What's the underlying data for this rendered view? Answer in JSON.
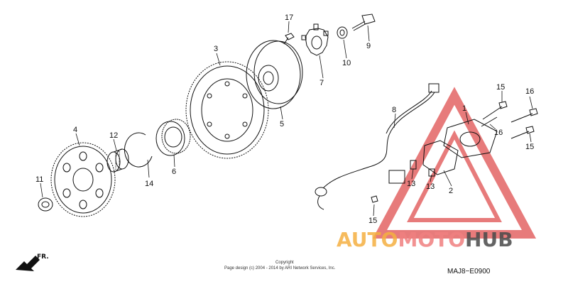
{
  "callouts": {
    "c1": "1",
    "c2": "2",
    "c3": "3",
    "c4": "4",
    "c5": "5",
    "c6": "6",
    "c7": "7",
    "c8": "8",
    "c9": "9",
    "c10": "10",
    "c11": "11",
    "c12": "12",
    "c13a": "13",
    "c13b": "13",
    "c14": "14",
    "c15a": "15",
    "c15b": "15",
    "c15c": "15",
    "c16a": "16",
    "c16b": "16",
    "c17": "17"
  },
  "footer": {
    "copyright_line1": "Copyright",
    "copyright_line2": "Page design (c) 2004 - 2014 by ARI Network Services, Inc.",
    "diagram_code": "MAJ8−E0900",
    "direction_label": "FR."
  },
  "watermark": {
    "part_a": "AUTO",
    "part_b": "MOTO",
    "part_c": "HUB",
    "color_a": "#f5b041",
    "color_b": "#f08080",
    "color_c": "#4a4a4a",
    "triangle_color": "#e05050"
  }
}
